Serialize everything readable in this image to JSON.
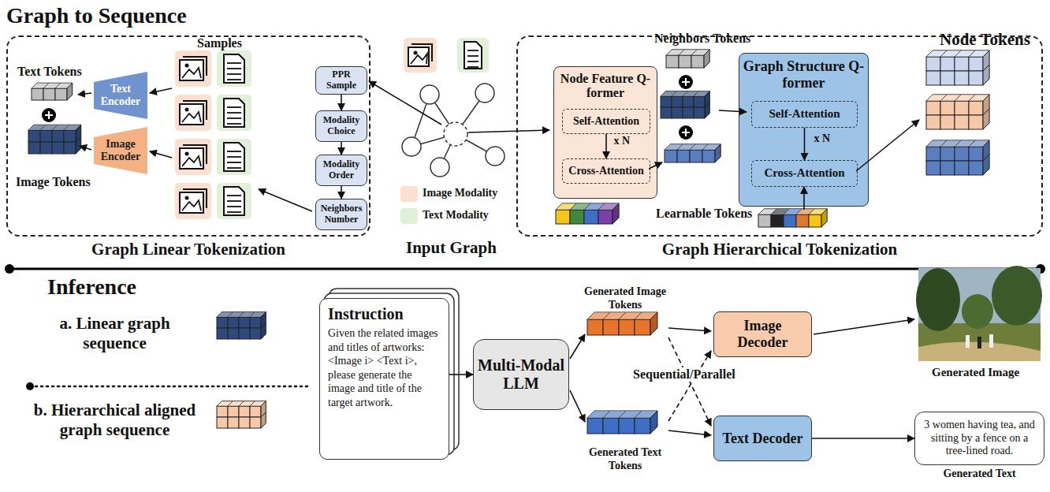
{
  "diagram": {
    "title": "Graph to Sequence",
    "nodes": [
      {
        "text": [
          "Graph Linear Tokenization"
        ]
      },
      {
        "text": [
          "Text Encoder"
        ],
        "in": 0
      },
      {
        "text": [
          "Image Encoder"
        ],
        "in": 0
      },
      {
        "text": [
          "PPR Sample"
        ],
        "in": 0
      },
      {
        "text": [
          "Modality Choice"
        ],
        "in": 0
      },
      {
        "text": [
          "Modality Order"
        ],
        "in": 0
      },
      {
        "text": [
          "Neighbors Number"
        ],
        "in": 0
      },
      {
        "text": [
          "Graph Hierarchical Tokenization"
        ]
      },
      {
        "text": [
          "Node Feature Q-former",
          "x N"
        ],
        "in": 7
      },
      {
        "text": [
          "Self-Attention"
        ],
        "in": 8
      },
      {
        "text": [
          "Cross-Attention"
        ],
        "in": 8
      },
      {
        "text": [
          "Graph Structure Q-former",
          "x N"
        ],
        "in": 7
      },
      {
        "text": [
          "Self-Attention"
        ],
        "in": 11
      },
      {
        "text": [
          "Cross-Attention"
        ],
        "in": 11
      },
      {
        "text": [
          "Instruction",
          "Given the related images and titles of artworks: <Image i> <Text i>, please generate the image and title of the target artwork."
        ]
      },
      {
        "text": [
          "Multi-Modal LLM"
        ]
      },
      {
        "text": [
          "Image Decoder"
        ]
      },
      {
        "text": [
          "Text Decoder"
        ]
      },
      {
        "text": [
          "3 women having tea, and sitting by a fence on a tree-lined road.",
          "Generated Text"
        ]
      }
    ],
    "edges": [
      {
        "from": 3,
        "to": 4,
        "arrow": "to"
      },
      {
        "from": 4,
        "to": 5,
        "arrow": "to"
      },
      {
        "from": 5,
        "to": 6,
        "arrow": "to"
      },
      {
        "from": 9,
        "to": 10,
        "arrow": "to"
      },
      {
        "from": 12,
        "to": 13,
        "arrow": "to"
      },
      {
        "from": 14,
        "to": 15,
        "arrow": "to"
      },
      {
        "from": 17,
        "to": 18,
        "arrow": "to"
      }
    ],
    "labels": [
      "Samples",
      "Text Tokens",
      "Image Tokens",
      "Input Graph",
      "Neighbors Tokens",
      "Learnable Tokens",
      "Node Tokens",
      "Inference",
      "a. Linear graph sequence",
      "b. Hierarchical aligned graph sequence",
      "Generated Image Tokens",
      "Generated Text Tokens",
      "Sequential/Parallel",
      "Generated Image"
    ],
    "legend": [
      {
        "text": "Image Modality",
        "color": "#fbe0d2"
      },
      {
        "text": "Text Modality",
        "color": "#e2f0d9"
      }
    ]
  }
}
